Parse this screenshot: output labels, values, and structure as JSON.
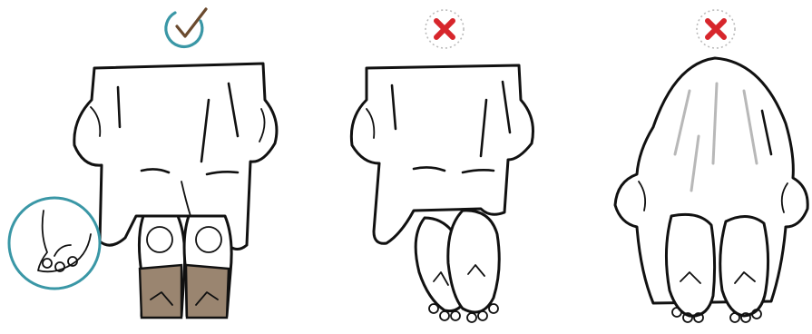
{
  "panels": [
    {
      "verdict": "correct",
      "icon": "check-circle-icon",
      "icon_color": "#3a97a6",
      "check_color": "#6b4a2e",
      "figure": "body-shroud-feet-covered-icon",
      "inset": "foot-closeup-icon"
    },
    {
      "verdict": "incorrect",
      "icon": "cross-icon",
      "icon_color": "#d7262c",
      "figure": "body-shroud-feet-exposed-icon"
    },
    {
      "verdict": "incorrect",
      "icon": "cross-icon",
      "icon_color": "#d7262c",
      "figure": "body-shroud-rounded-feet-exposed-icon"
    }
  ],
  "colors": {
    "outline": "#111111",
    "ring": "#3a97a6",
    "cover": "#9a8570",
    "dotted_ring": "#bbbbbb"
  }
}
